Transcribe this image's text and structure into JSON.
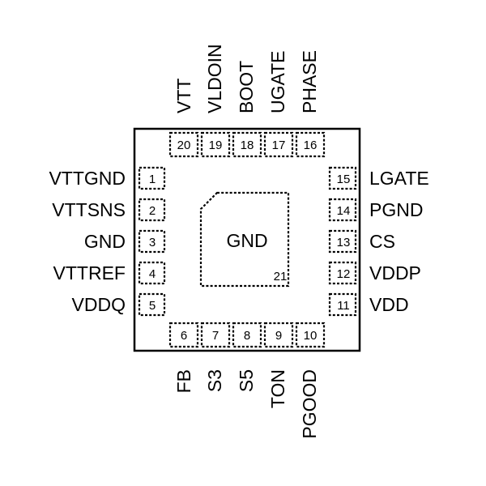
{
  "center_pad": {
    "label": "GND",
    "number": "21"
  },
  "pins": {
    "left": [
      {
        "num": "1",
        "name": "VTTGND"
      },
      {
        "num": "2",
        "name": "VTTSNS"
      },
      {
        "num": "3",
        "name": "GND"
      },
      {
        "num": "4",
        "name": "VTTREF"
      },
      {
        "num": "5",
        "name": "VDDQ"
      }
    ],
    "bottom": [
      {
        "num": "6",
        "name": "FB"
      },
      {
        "num": "7",
        "name": "S3"
      },
      {
        "num": "8",
        "name": "S5"
      },
      {
        "num": "9",
        "name": "TON"
      },
      {
        "num": "10",
        "name": "PGOOD"
      }
    ],
    "right": [
      {
        "num": "11",
        "name": "VDD"
      },
      {
        "num": "12",
        "name": "VDDP"
      },
      {
        "num": "13",
        "name": "CS"
      },
      {
        "num": "14",
        "name": "PGND"
      },
      {
        "num": "15",
        "name": "LGATE"
      }
    ],
    "top": [
      {
        "num": "16",
        "name": "PHASE"
      },
      {
        "num": "17",
        "name": "UGATE"
      },
      {
        "num": "18",
        "name": "BOOT"
      },
      {
        "num": "19",
        "name": "VLDOIN"
      },
      {
        "num": "20",
        "name": "VTT"
      }
    ]
  }
}
